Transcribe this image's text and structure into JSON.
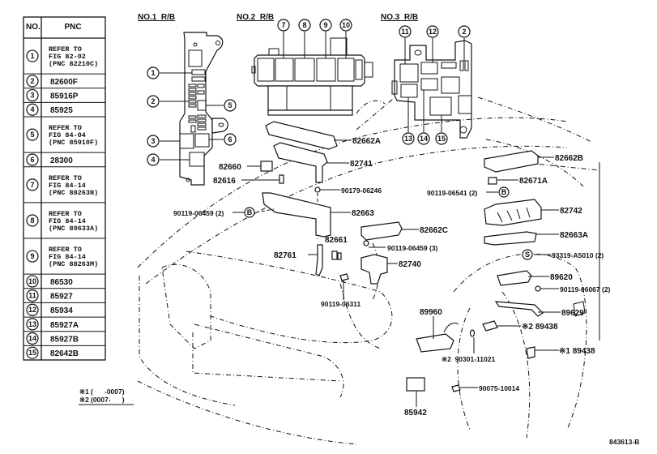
{
  "table": {
    "headers": {
      "no": "NO.",
      "pnc": "PNC"
    },
    "rows": [
      {
        "no": "1",
        "lines": [
          "REFER TO",
          "FIG 82-02",
          " (PNC 82210C)"
        ]
      },
      {
        "no": "2",
        "lines": [
          "82600F"
        ]
      },
      {
        "no": "3",
        "lines": [
          "85916P"
        ]
      },
      {
        "no": "4",
        "lines": [
          "85925"
        ]
      },
      {
        "no": "5",
        "lines": [
          "REFER TO",
          "FIG 84-04",
          " (PNC 85910F)"
        ]
      },
      {
        "no": "6",
        "lines": [
          "28300"
        ]
      },
      {
        "no": "7",
        "lines": [
          "REFER TO",
          "FIG 84-14",
          " (PNC 88263N)"
        ]
      },
      {
        "no": "8",
        "lines": [
          "REFER TO",
          "FIG 84-14",
          " (PNC 89633A)"
        ]
      },
      {
        "no": "9",
        "lines": [
          "REFER TO",
          "FIG 84-14",
          " (PNC 88263M)"
        ]
      },
      {
        "no": "10",
        "lines": [
          "86530"
        ]
      },
      {
        "no": "11",
        "lines": [
          "85927"
        ]
      },
      {
        "no": "12",
        "lines": [
          "85934"
        ]
      },
      {
        "no": "13",
        "lines": [
          "85927A"
        ]
      },
      {
        "no": "14",
        "lines": [
          "85927B"
        ]
      },
      {
        "no": "15",
        "lines": [
          "82642B"
        ]
      }
    ]
  },
  "footnotes": {
    "n1_mark": "※1",
    "n1_range": "(      -0007)",
    "n2_mark": "※2",
    "n2_range": "(0007-      )"
  },
  "headers": {
    "rb1": "NO.1  R/B",
    "rb2": "NO.2  R/B",
    "rb3": "NO.3  R/B"
  },
  "rb1_callouts": [
    "1",
    "2",
    "3",
    "4",
    "5",
    "6"
  ],
  "rb2_callouts": [
    "7",
    "8",
    "9",
    "10"
  ],
  "rb3_callouts": [
    "11",
    "12",
    "2",
    "13",
    "14",
    "15"
  ],
  "parts": {
    "p82662A": "82662A",
    "p82741": "82741",
    "p82660": "82660",
    "p82616": "82616",
    "p90179_06246": "90179-06246",
    "p90119_06459_2": "90119-06459 (2)",
    "p82663": "82663",
    "p82661": "82661",
    "p82761": "82761",
    "p90119_06311": "90119-06311",
    "p82662B": "82662B",
    "p82671A": "82671A",
    "p90119_06541_2": "90119-06541 (2)",
    "p82742": "82742",
    "p82662C": "82662C",
    "p90119_06459_3": "90119-06459 (3)",
    "p82663A": "82663A",
    "p82740": "82740",
    "p93319_A5010_2": "93319-A5010 (2)",
    "p89620": "89620",
    "p90119_06067_2": "90119-06067 (2)",
    "p89629": "89629",
    "p89960": "89960",
    "p89438_2": "※2 89438",
    "p90301_11021": "※2  90301-11021",
    "p89438_1": "※1 89438",
    "p90075_10014": "90075-10014",
    "p85942": "85942"
  },
  "markers": {
    "b": "B",
    "s": "S"
  },
  "figure_id": "843613-B"
}
